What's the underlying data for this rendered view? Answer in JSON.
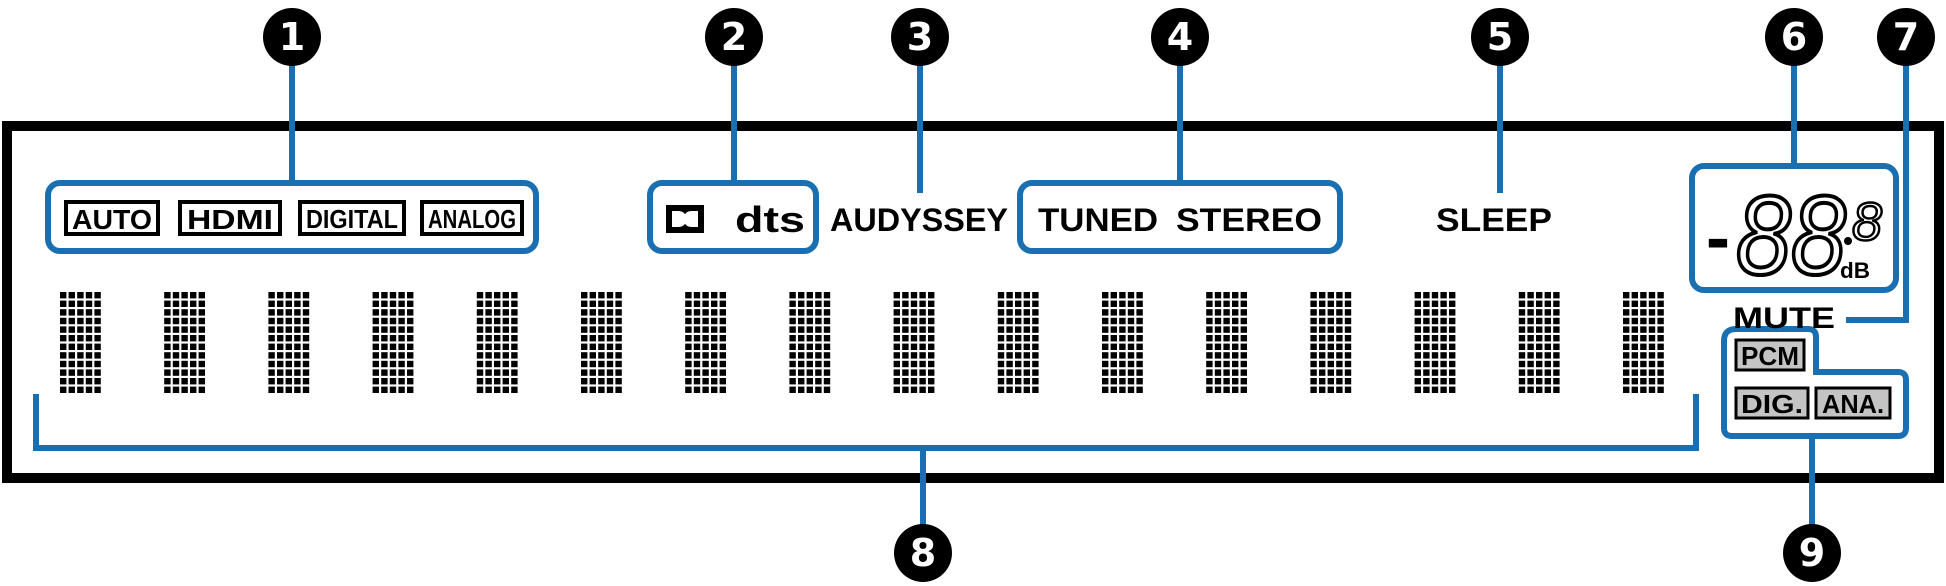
{
  "callouts": [
    "1",
    "2",
    "3",
    "4",
    "5",
    "6",
    "7",
    "8",
    "9"
  ],
  "input_indicators": [
    "AUTO",
    "HDMI",
    "DIGITAL",
    "ANALOG"
  ],
  "decoder_indicators": {
    "dolby": "DD",
    "dts": "dts"
  },
  "audyssey_label": "AUDYSSEY",
  "tuner_indicators": [
    "TUNED",
    "STEREO"
  ],
  "sleep_label": "SLEEP",
  "volume_display": {
    "sign": "-",
    "digits": "88",
    "decimal": "8",
    "unit": "dB"
  },
  "mute_label": "MUTE",
  "signal_indicators": {
    "pcm": "PCM",
    "digital": "DIG.",
    "analog": "ANA."
  },
  "colors": {
    "callout_line": "#1a6fb0",
    "callout_circle": "#000000",
    "frame": "#000000",
    "panel_bg": "#ffffff",
    "matrix_dot": "#000000"
  }
}
